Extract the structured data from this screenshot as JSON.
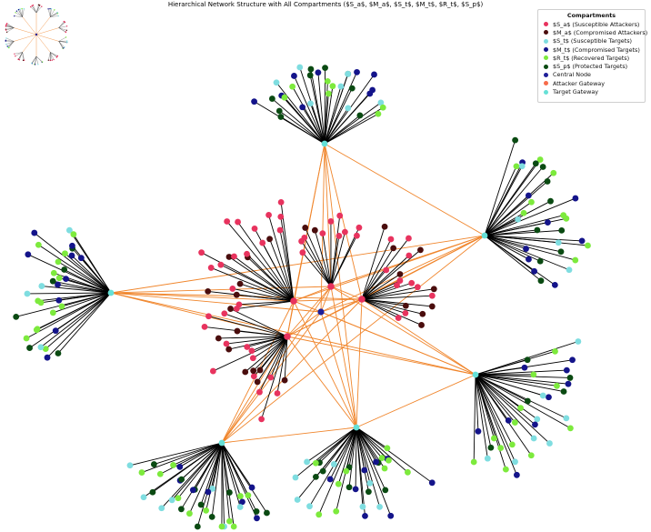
{
  "title": "Hierarchical Network Structure with All Compartments ($S_a$, $M_a$, $S_t$, $M_t$, $R_t$, $S_p$)",
  "legend": {
    "title": "Compartments",
    "items": [
      {
        "label": "$S_a$ (Susceptible Attackers)",
        "color": "#e8335e"
      },
      {
        "label": "$M_a$ (Compromised Attackers)",
        "color": "#4a0d0d"
      },
      {
        "label": "$S_t$ (Susceptible Targets)",
        "color": "#7fdde0"
      },
      {
        "label": "$M_t$ (Compromised Targets)",
        "color": "#14148a"
      },
      {
        "label": "$R_t$ (Recovered Targets)",
        "color": "#7dea3d"
      },
      {
        "label": "$S_p$ (Protected Targets)",
        "color": "#0a4a12"
      },
      {
        "label": "Central Node",
        "color": "#1f1f99"
      },
      {
        "label": "Attacker Gateway",
        "color": "#f76b4a"
      },
      {
        "label": "Target Gateway",
        "color": "#66e0d6"
      }
    ]
  },
  "colors": {
    "gateway_link": "#f0852b",
    "leaf_link": "#000000"
  }
}
